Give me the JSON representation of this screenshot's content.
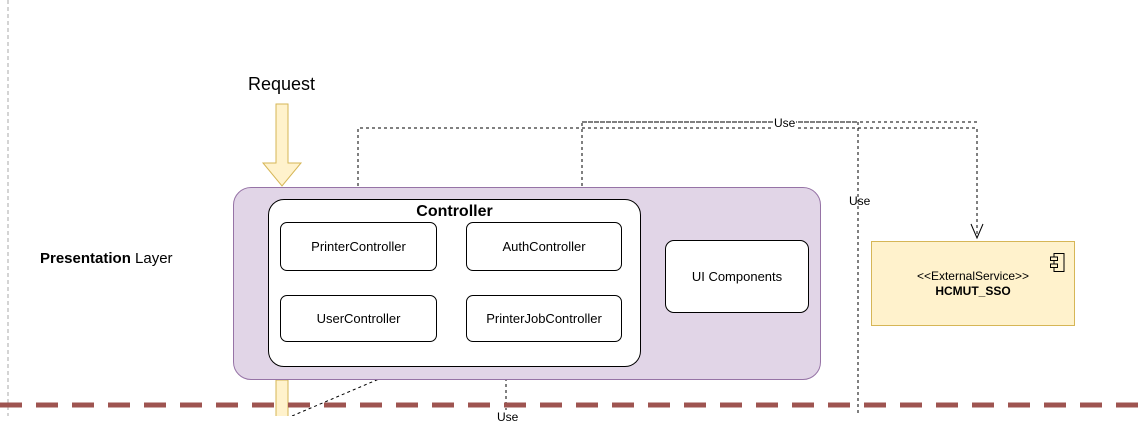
{
  "request": {
    "label": "Request"
  },
  "layer": {
    "name_bold": "Presentation",
    "name_rest": " Layer"
  },
  "controller": {
    "title": "Controller",
    "items": {
      "printer": "PrinterController",
      "auth": "AuthController",
      "user": "UserController",
      "printer_job": "PrinterJobController"
    }
  },
  "ui_components": {
    "label": "UI Components"
  },
  "external_service": {
    "stereotype": "<<ExternalService>>",
    "name": "HCMUT_SSO",
    "icon": "component-icon"
  },
  "edges": {
    "use_top": "Use",
    "use_right": "Use",
    "use_bottom": "Use"
  },
  "colors": {
    "layer_fill": "#e1d5e7",
    "layer_stroke": "#9673a6",
    "external_fill": "#fff2cc",
    "external_stroke": "#d6b656",
    "arrow_fill": "#fff2cc",
    "arrow_stroke": "#d6b656",
    "divider": "#9e5450"
  }
}
